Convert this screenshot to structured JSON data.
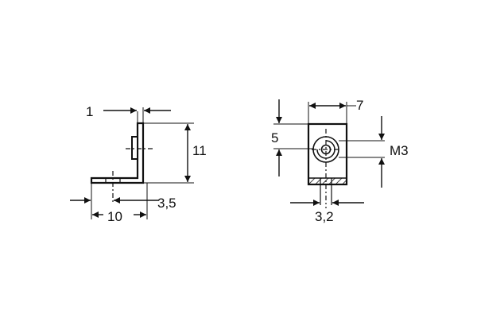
{
  "drawing": {
    "stroke_color": "#111111",
    "background": "#ffffff",
    "side_view": {
      "dimensions": {
        "thickness": "1",
        "height": "11",
        "hole_offset": "3,5",
        "base_length": "10"
      }
    },
    "front_view": {
      "dimensions": {
        "width": "7",
        "hole_height": "5",
        "thread": "M3",
        "slot_width": "3,2"
      }
    }
  }
}
